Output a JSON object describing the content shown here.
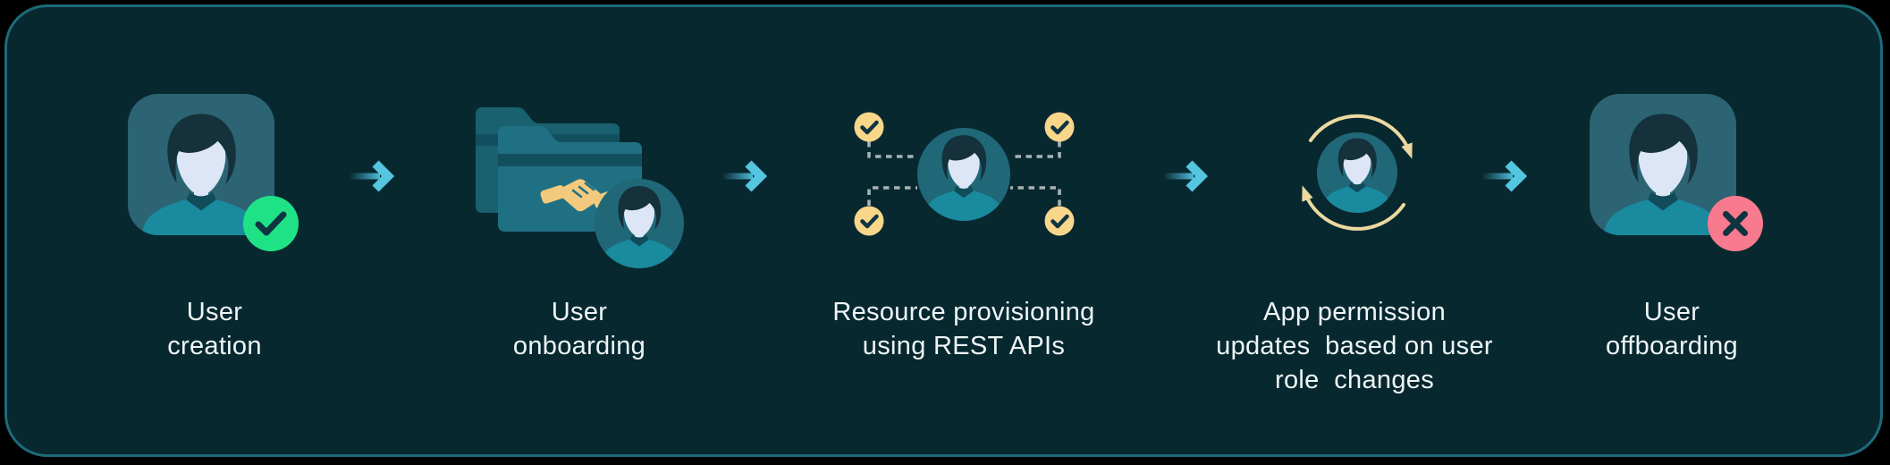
{
  "flow": {
    "steps": [
      {
        "id": "user-creation",
        "label": "User\ncreation",
        "icon": "user-avatar-approved-icon",
        "badge": "check"
      },
      {
        "id": "user-onboarding",
        "label": "User\nonboarding",
        "icon": "folders-handshake-user-icon"
      },
      {
        "id": "resource-provisioning",
        "label": "Resource provisioning\nusing REST APIs",
        "icon": "user-connected-checks-icon"
      },
      {
        "id": "app-permission-updates",
        "label": "App permission\nupdates  based on user\nrole  changes",
        "icon": "user-sync-icon"
      },
      {
        "id": "user-offboarding",
        "label": "User\noffboarding",
        "icon": "user-avatar-removed-icon",
        "badge": "cross"
      }
    ],
    "connector_icon": "arrow-right-icon"
  },
  "colors": {
    "page_bg": "#000000",
    "card_bg": "#082830",
    "card_border": "#1d6b7a",
    "avatar_square": "#2c6473",
    "avatar_circle": "#206878",
    "face": "#dce6f7",
    "hair": "#14313c",
    "shirt": "#1a8a9e",
    "collar": "#114c5a",
    "success": "#1fe287",
    "danger": "#f87a8e",
    "warning": "#f8d78a",
    "check_dark": "#0d3440",
    "handshake": "#f3ca7d",
    "folder_back": "#19616f",
    "folder_front": "#207083",
    "folder_band": "#124f5e",
    "sync_arrow": "#ecd9a0",
    "flow_arrow": "#54c6e0",
    "dash": "#a7b2b4",
    "text": "#eef5f5"
  }
}
